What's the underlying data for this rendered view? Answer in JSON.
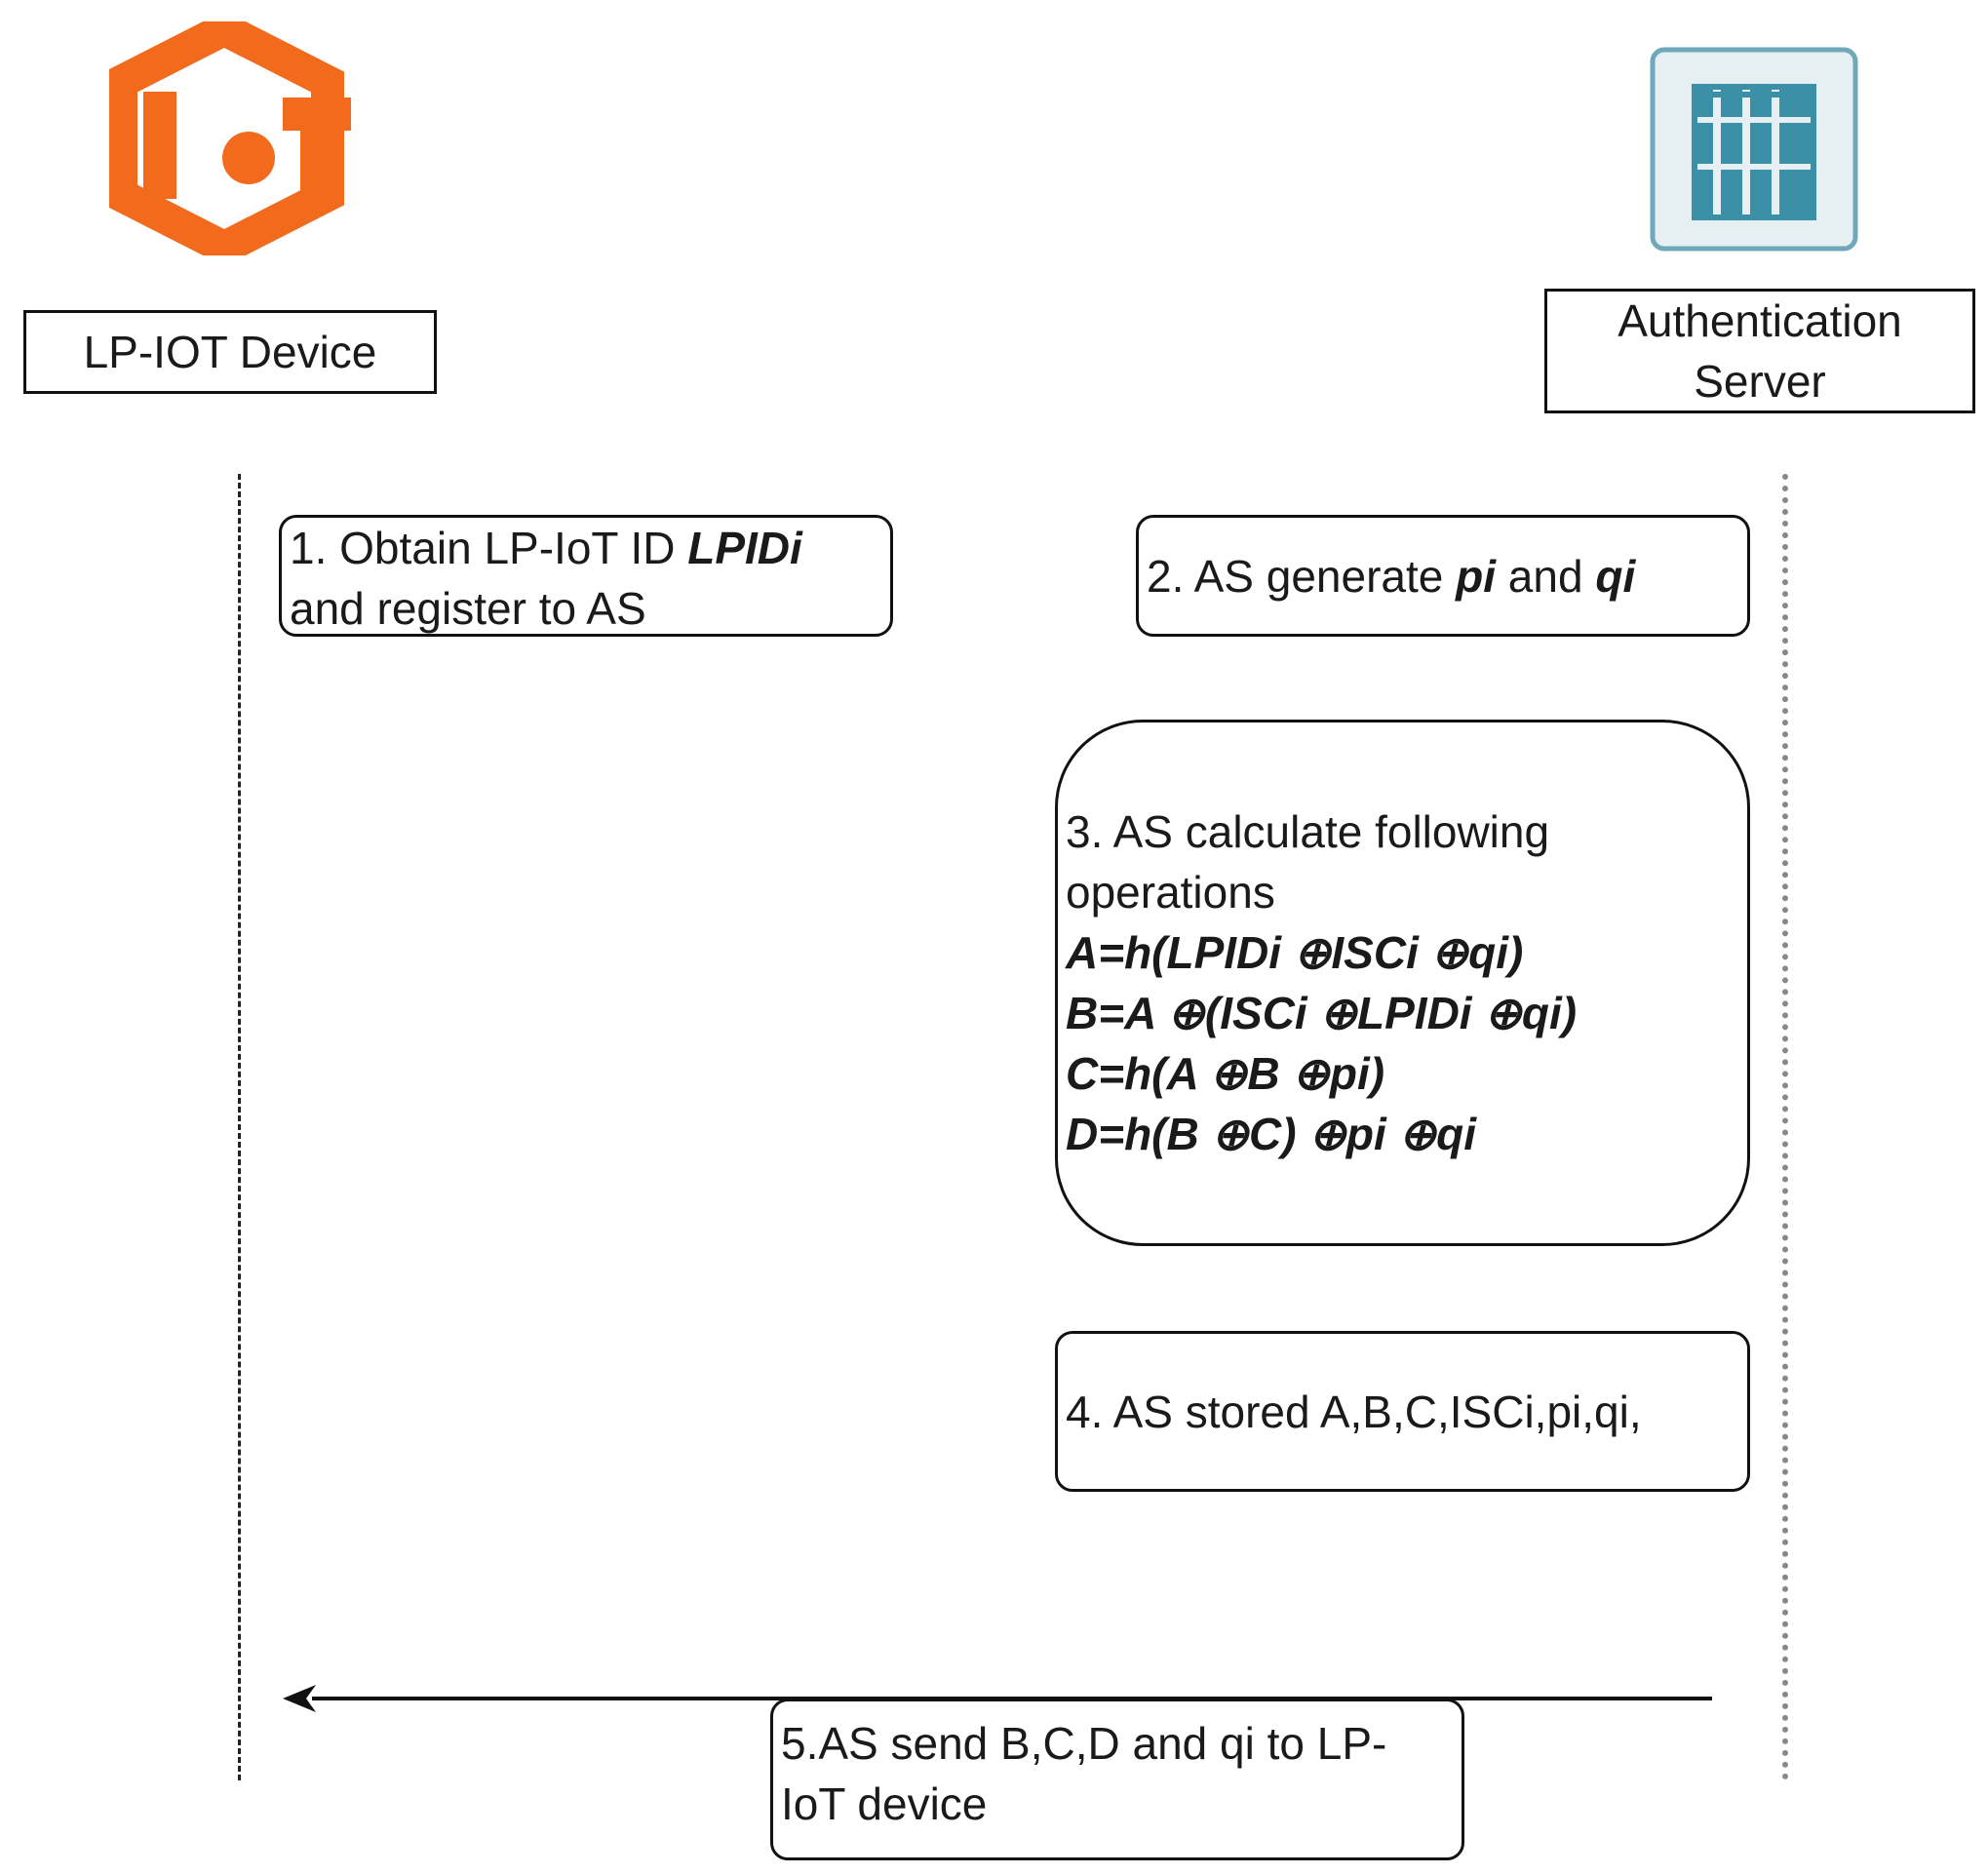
{
  "participants": {
    "device": {
      "icon": "iot-hexagon-icon",
      "icon_color": "#F26B1D",
      "logo_text": "IoT",
      "label": "LP-IOT Device"
    },
    "server": {
      "icon": "server-rack-icon",
      "icon_color": "#3B8FA6",
      "label_line1": "Authentication",
      "label_line2": "Server"
    }
  },
  "steps": {
    "step1": {
      "prefix": "1. Obtain LP-IoT ID ",
      "emphasis": "LPIDi",
      "line2": "and register to AS"
    },
    "step2": {
      "prefix": "2. AS generate ",
      "var1": "pi",
      "mid": " and ",
      "var2": "qi"
    },
    "step3": {
      "line1": "3. AS calculate following",
      "line2": "operations",
      "formulas": [
        "A=h(LPIDi ⊕ISCi ⊕qi)",
        "B=A ⊕(ISCi ⊕LPIDi ⊕qi)",
        "C=h(A ⊕B ⊕pi)",
        "D=h(B ⊕C) ⊕pi ⊕qi"
      ]
    },
    "step4": {
      "text": "4. AS stored A,B,C,ISCi,pi,qi,"
    },
    "step5": {
      "line1": "5.AS send B,C,D and qi to LP-",
      "line2": "IoT device"
    }
  }
}
